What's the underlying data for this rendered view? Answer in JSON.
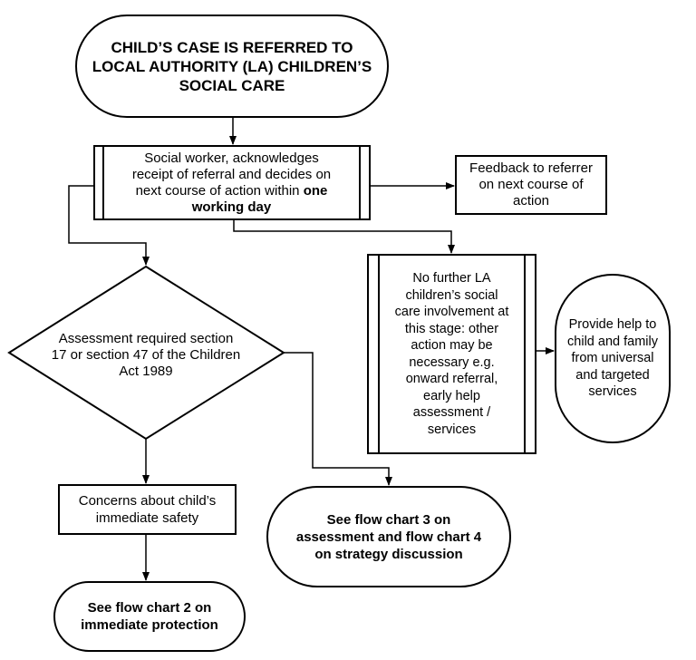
{
  "nodes": {
    "start": {
      "lines": [
        "CHILD’S CASE IS REFERRED TO",
        "LOCAL AUTHORITY (LA) CHILDREN’S",
        "SOCIAL CARE"
      ]
    },
    "social_worker": {
      "lines": [
        "Social worker, acknowledges",
        "receipt of referral and decides on",
        "next course of action within"
      ],
      "emphasis_inline": "one",
      "emphasis_line": "working day"
    },
    "feedback": {
      "lines": [
        "Feedback to referrer",
        "on next course of",
        "action"
      ]
    },
    "no_further": {
      "lines": [
        "No further LA",
        "children’s social",
        "care involvement at",
        "this stage: other",
        "action may be",
        "necessary e.g.",
        "onward referral,",
        "early help",
        "assessment /",
        "services"
      ]
    },
    "provide_help": {
      "lines": [
        "Provide help to",
        "child and family",
        "from universal",
        "and targeted",
        "services"
      ]
    },
    "assessment": {
      "lines": [
        "Assessment required section",
        "17 or section 47 of the Children",
        "Act 1989"
      ]
    },
    "concerns": {
      "lines": [
        "Concerns about child’s",
        "immediate safety"
      ]
    },
    "flow_chart_3": {
      "lines": [
        "See flow chart 3 on",
        "assessment and flow chart 4",
        "on strategy discussion"
      ]
    },
    "flow_chart_2": {
      "lines": [
        "See flow chart 2 on",
        "immediate protection"
      ]
    }
  }
}
